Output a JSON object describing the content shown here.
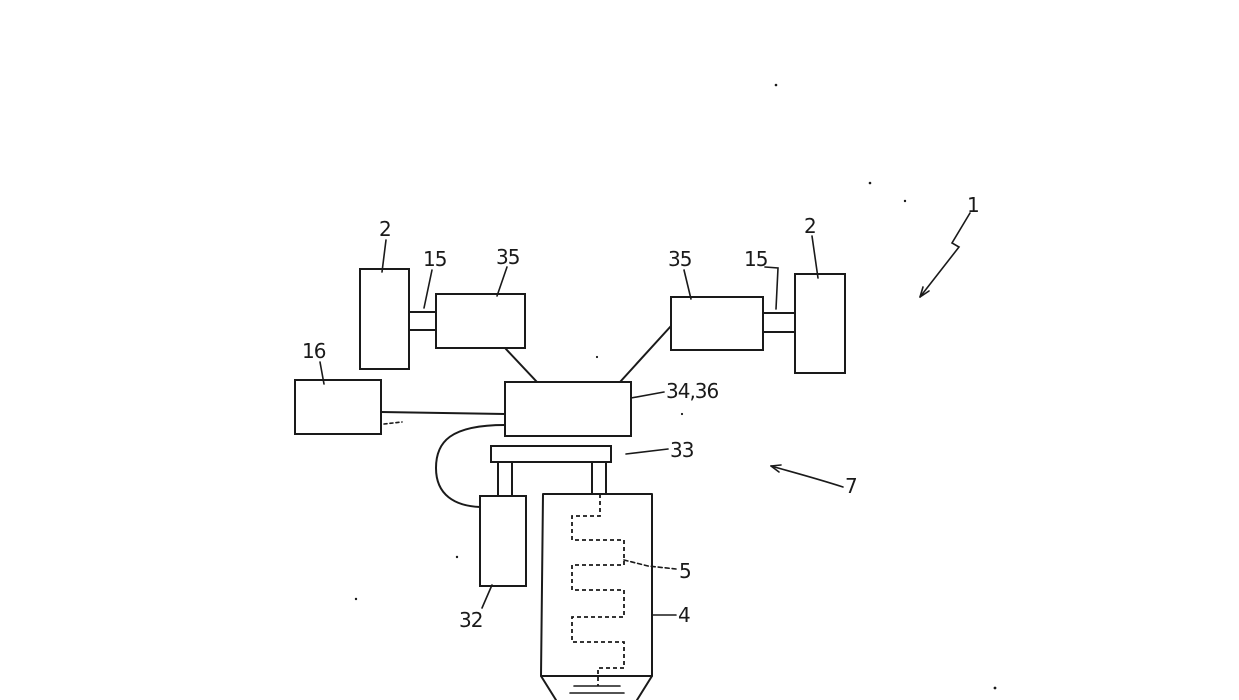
{
  "labels": {
    "system": "1",
    "unit_left": "2",
    "unit_right": "2",
    "shaft_left": "15",
    "shaft_right": "15",
    "module_left": "35",
    "module_right": "35",
    "box_16": "16",
    "controller": "34,36",
    "bar": "33",
    "assembly": "7",
    "coil": "5",
    "tank": "4",
    "box_32": "32"
  },
  "colors": {
    "ink": "#1a1a1a",
    "paper": "#ffffff"
  }
}
